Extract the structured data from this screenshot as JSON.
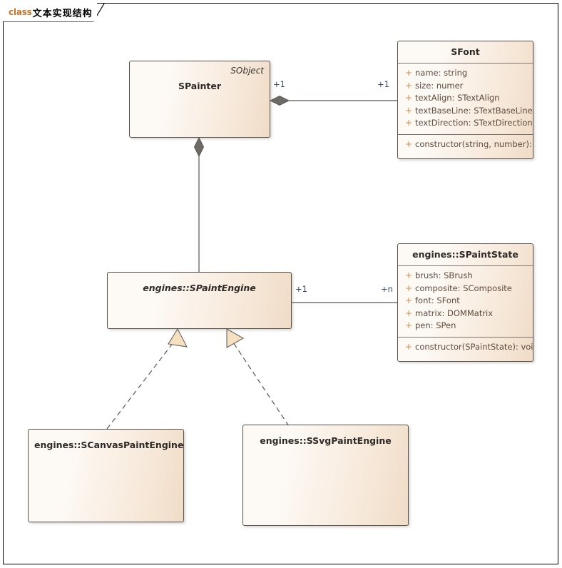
{
  "frame": {
    "kind_label": "class",
    "name_label": "文本实现结构"
  },
  "classes": {
    "spainter": {
      "name": "SPainter",
      "stereotype": "SObject"
    },
    "sfont": {
      "name": "SFont",
      "attributes": [
        {
          "visibility": "+",
          "text": "name: string"
        },
        {
          "visibility": "+",
          "text": "size: numer"
        },
        {
          "visibility": "+",
          "text": "textAlign: STextAlign"
        },
        {
          "visibility": "+",
          "text": "textBaseLine: STextBaseLine"
        },
        {
          "visibility": "+",
          "text": "textDirection: STextDirection"
        }
      ],
      "operations": [
        {
          "visibility": "+",
          "text": "constructor(string, number): void"
        }
      ]
    },
    "spaintengine": {
      "name": "engines::SPaintEngine"
    },
    "spaintstate": {
      "name": "engines::SPaintState",
      "attributes": [
        {
          "visibility": "+",
          "text": "brush: SBrush"
        },
        {
          "visibility": "+",
          "text": "composite: SComposite"
        },
        {
          "visibility": "+",
          "text": "font: SFont"
        },
        {
          "visibility": "+",
          "text": "matrix: DOMMatrix"
        },
        {
          "visibility": "+",
          "text": "pen: SPen"
        }
      ],
      "operations": [
        {
          "visibility": "+",
          "text": "constructor(SPaintState): void"
        }
      ]
    },
    "scanvaspaintengine": {
      "name": "engines::SCanvasPaintEngine"
    },
    "ssvgpaintengine": {
      "name": "engines::SSvgPaintEngine"
    }
  },
  "connectors": {
    "painter_font": {
      "source_multiplicity": "+1",
      "target_multiplicity": "+1"
    },
    "engine_state": {
      "source_multiplicity": "+1",
      "target_multiplicity": "+n"
    }
  },
  "colors": {
    "accent_orange": "#c8762b",
    "visibility_marker": "#d58a42",
    "box_border": "#58504b",
    "line": "#5a5550",
    "arrow_fill": "#f6e0c0",
    "multiplicity_text": "#3a4a66"
  }
}
